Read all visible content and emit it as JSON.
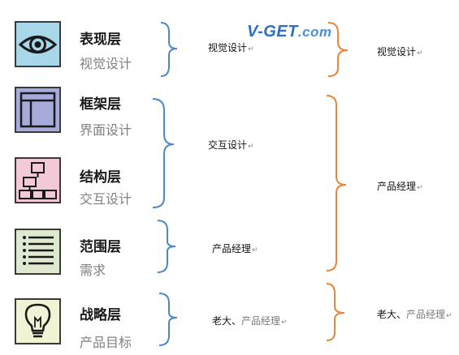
{
  "watermark": {
    "brand": "V-GET",
    "suffix": ".com"
  },
  "layers": [
    {
      "title": "表现层",
      "subtitle": "视觉设计"
    },
    {
      "title": "框架层",
      "subtitle": "界面设计"
    },
    {
      "title": "结构层",
      "subtitle": "交互设计"
    },
    {
      "title": "范围层",
      "subtitle": "需求"
    },
    {
      "title": "战略层",
      "subtitle": "产品目标"
    }
  ],
  "middle": {
    "visual": "视觉设计",
    "interaction": "交互设计",
    "pm": "产品经理",
    "boss": "老大、",
    "boss_pm": "产品经理"
  },
  "right": {
    "visual": "视觉设计",
    "pm": "产品经理",
    "boss": "老大、",
    "boss_pm": "产品经理"
  },
  "colors": {
    "blue_bracket": "#4e88c7",
    "orange_bracket": "#e8873a",
    "eye_icon_bg": "#a9d7ea",
    "frame_icon_bg": "#a6abdc",
    "structure_icon_bg": "#f3c9d8",
    "scope_icon_bg": "#dfe9cf",
    "strategy_icon_bg": "#f2f2d4"
  }
}
